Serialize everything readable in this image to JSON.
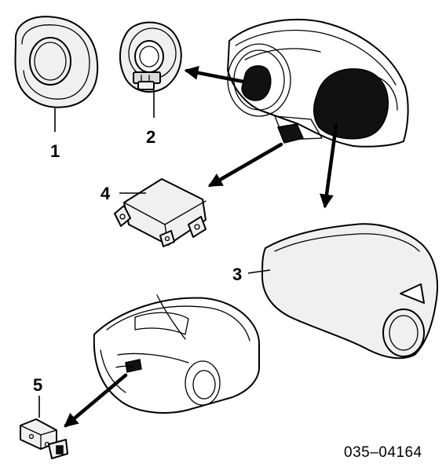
{
  "diagram": {
    "callouts": [
      {
        "id": "1",
        "label": "1"
      },
      {
        "id": "2",
        "label": "2"
      },
      {
        "id": "3",
        "label": "3"
      },
      {
        "id": "4",
        "label": "4"
      },
      {
        "id": "5",
        "label": "5"
      }
    ],
    "reference_code": "035–04164",
    "colors": {
      "line": "#000000",
      "fill_gray": "#d9d9d9",
      "fill_light": "#f0f0f0",
      "background": "#ffffff"
    }
  }
}
